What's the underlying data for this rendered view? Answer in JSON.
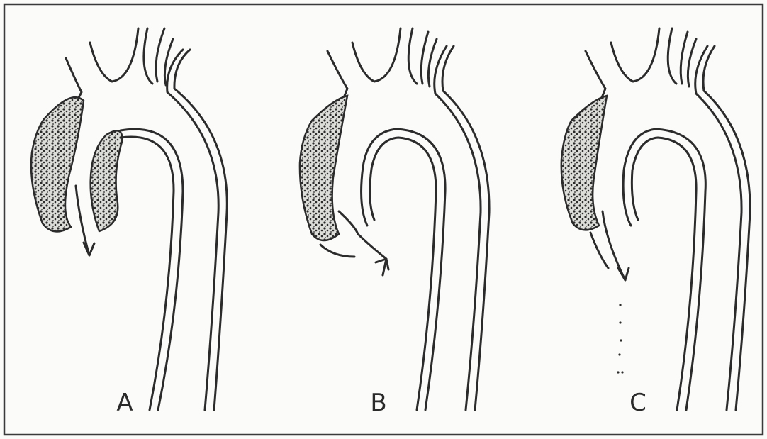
{
  "figure": {
    "panels": [
      {
        "label": "A"
      },
      {
        "label": "B"
      },
      {
        "label": "C"
      }
    ],
    "colors": {
      "ink": "#2b2b2b",
      "background": "#fbfbfa",
      "border": "#3a3a3a",
      "thrombus_fill": "#d9d9d6"
    }
  }
}
